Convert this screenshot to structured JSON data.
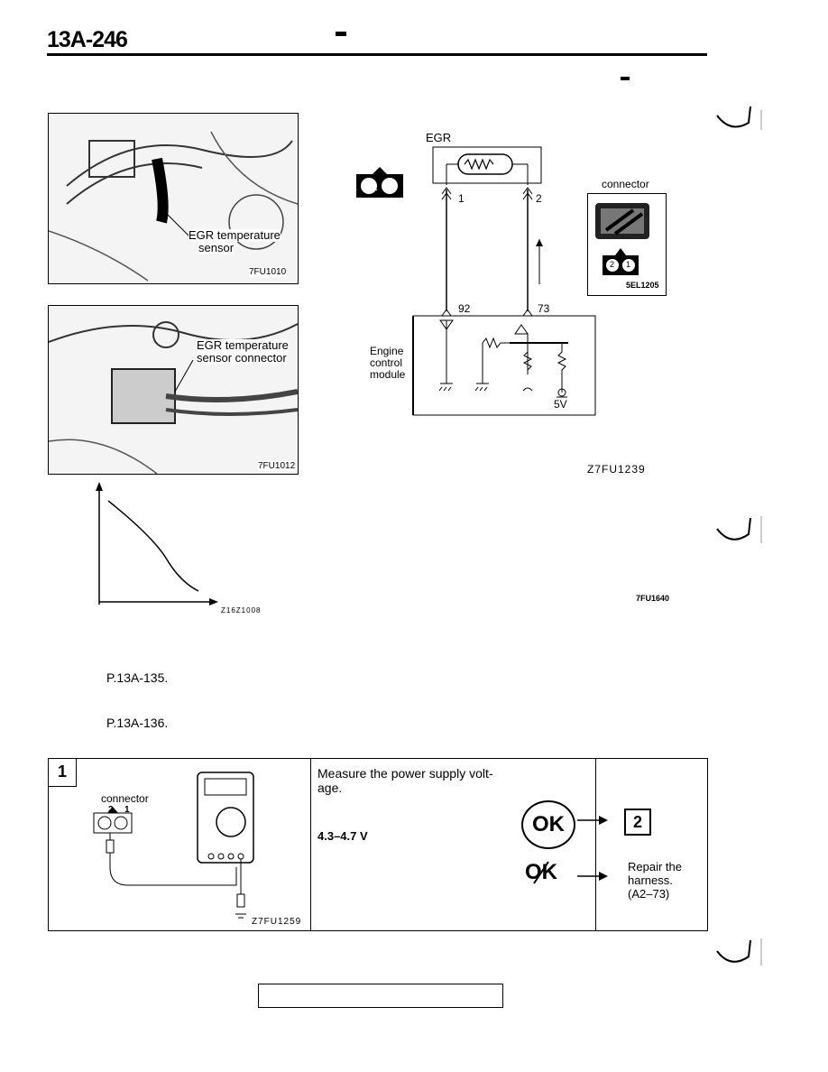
{
  "header": {
    "page_number": "13A-246"
  },
  "photo1": {
    "label_line1": "EGR temperature",
    "label_line2": "sensor",
    "code": "7FU1010"
  },
  "photo2": {
    "label_line1": "EGR temperature",
    "label_line2": "sensor connector",
    "code": "7FU1012"
  },
  "wiring": {
    "egr_label": "EGR",
    "pin1": "1",
    "pin2": "2",
    "pin92": "92",
    "pin73": "73",
    "ecm_line1": "Engine",
    "ecm_line2": "control",
    "ecm_line3": "module",
    "voltage": "5V",
    "connector_label": "connector",
    "connector_code": "5EL1205",
    "connector_pin_a": "1",
    "connector_pin_b": "2",
    "connector2_pin_a": "2",
    "connector2_pin_b": "1",
    "code": "Z7FU1239"
  },
  "graph": {
    "code": "Z16Z1008",
    "side_code": "7FU1640"
  },
  "refs": {
    "ref1": "P.13A-135.",
    "ref2": "P.13A-136."
  },
  "step1": {
    "step_number": "1",
    "connector_label": "connector",
    "pin_a": "2",
    "pin_b": "1",
    "figure_code": "Z7FU1259",
    "instruction_line1": "Measure the power supply volt-",
    "instruction_line2": "age.",
    "spec": "4.3–4.7 V",
    "ok_label": "OK",
    "ng_label": "OK",
    "next_step": "2",
    "repair_line1": "Repair the",
    "repair_line2": "harness.",
    "repair_line3": "(A2–73)"
  }
}
